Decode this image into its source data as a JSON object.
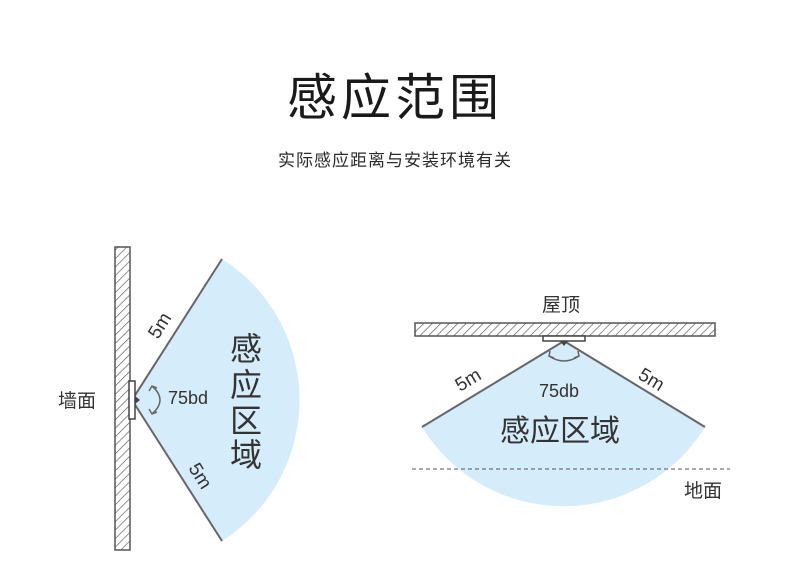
{
  "title": "感应范围",
  "subtitle": "实际感应距离与安装环境有关",
  "wall_mount": {
    "wall_label": "墙面",
    "distance_top": "5m",
    "distance_bottom": "5m",
    "angle": "75bd",
    "zone_chars": [
      "感",
      "应",
      "区",
      "域"
    ]
  },
  "ceiling_mount": {
    "ceiling_label": "屋顶",
    "ground_label": "地面",
    "distance_left": "5m",
    "distance_right": "5m",
    "angle": "75db",
    "zone_label": "感应区域"
  },
  "colors": {
    "zone_fill": "#d5ecfa",
    "line": "#666666"
  }
}
